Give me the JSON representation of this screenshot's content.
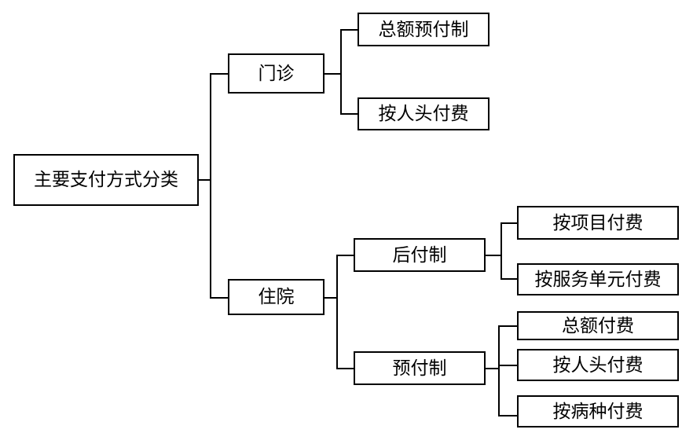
{
  "diagram": {
    "type": "tree",
    "title": "主要支付方式分类",
    "root": {
      "id": "root",
      "label": "主要支付方式分类"
    },
    "branches": [
      {
        "id": "outpatient",
        "label": "门诊",
        "children": [
          {
            "id": "outpatient-1",
            "label": "总额预付制"
          },
          {
            "id": "outpatient-2",
            "label": "按人头付费"
          }
        ]
      },
      {
        "id": "inpatient",
        "label": "住院",
        "children": [
          {
            "id": "post-payment",
            "label": "后付制",
            "children": [
              {
                "id": "post-1",
                "label": "按项目付费"
              },
              {
                "id": "post-2",
                "label": "按服务单元付费"
              }
            ]
          },
          {
            "id": "pre-payment",
            "label": "预付制",
            "children": [
              {
                "id": "pre-1",
                "label": "总额付费"
              },
              {
                "id": "pre-2",
                "label": "按人头付费"
              },
              {
                "id": "pre-3",
                "label": "按病种付费"
              }
            ]
          }
        ]
      }
    ],
    "colors": {
      "background": "#ffffff",
      "box_border": "#000000",
      "box_fill": "#ffffff",
      "connector": "#000000",
      "text": "#000000"
    }
  }
}
